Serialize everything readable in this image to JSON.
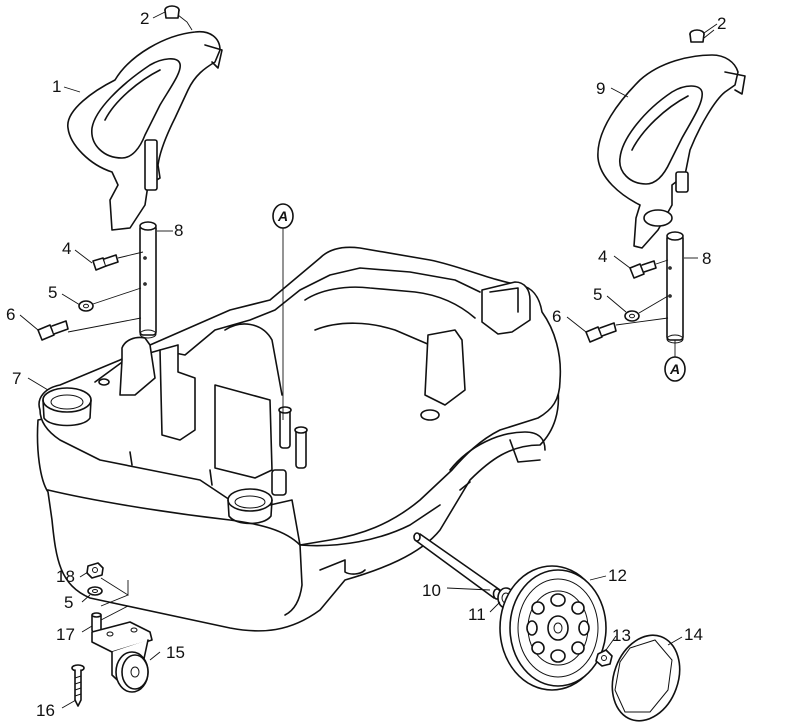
{
  "callouts": {
    "c1": "1",
    "c2_left": "2",
    "c2_right": "2",
    "c4_left": "4",
    "c4_right": "4",
    "c5_left": "5",
    "c5_right": "5",
    "c5_bottom": "5",
    "c6_left": "6",
    "c6_right": "6",
    "c7": "7",
    "c8_left": "8",
    "c8_right": "8",
    "c9": "9",
    "c10": "10",
    "c11": "11",
    "c12": "12",
    "c13": "13",
    "c14": "14",
    "c15": "15",
    "c16": "16",
    "c17": "17",
    "c18": "18"
  },
  "refs": {
    "a_top": "A",
    "a_right": "A"
  }
}
